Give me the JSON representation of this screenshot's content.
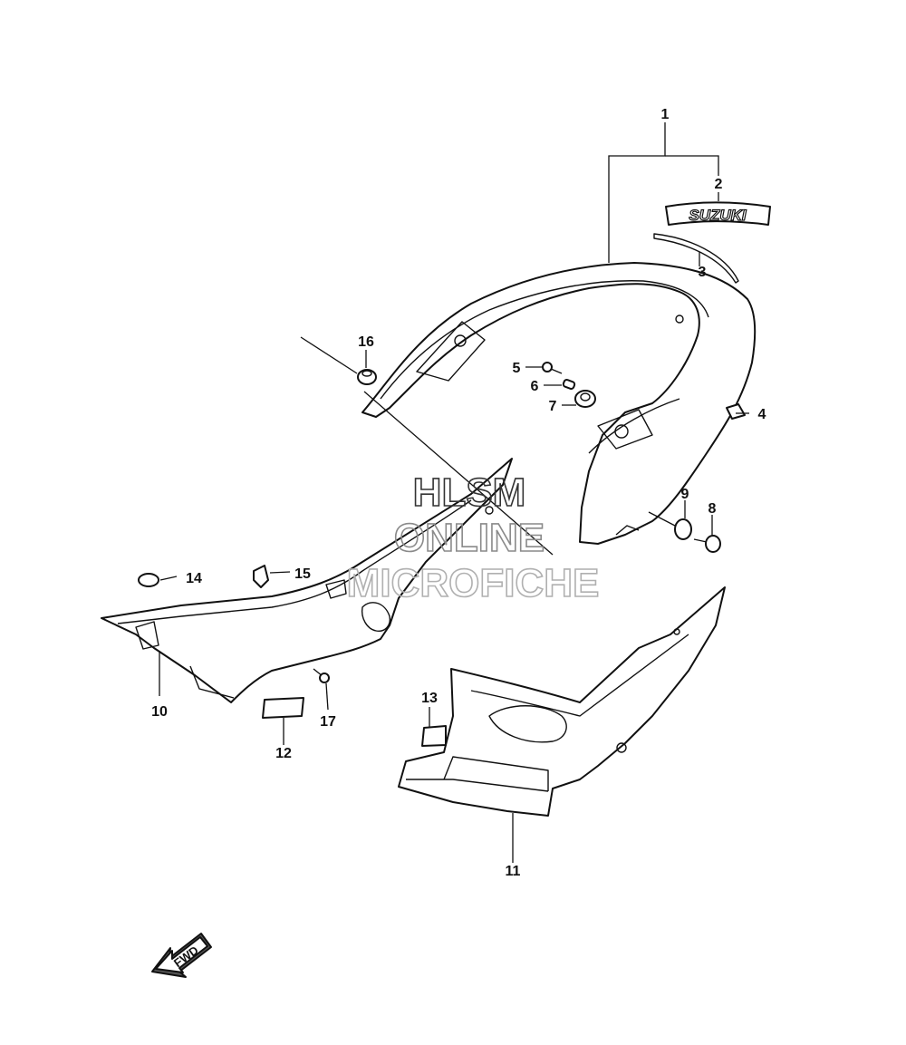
{
  "diagram": {
    "part_numbers": [
      "1",
      "2",
      "3",
      "4",
      "5",
      "6",
      "7",
      "8",
      "9",
      "10",
      "11",
      "12",
      "13",
      "14",
      "15",
      "16",
      "17"
    ],
    "decal_text": "SUZUKI",
    "watermark": {
      "line1": "HLSM",
      "line2": "ONLINE",
      "line3": "MICROFICHE"
    },
    "direction_label": "FWD"
  }
}
